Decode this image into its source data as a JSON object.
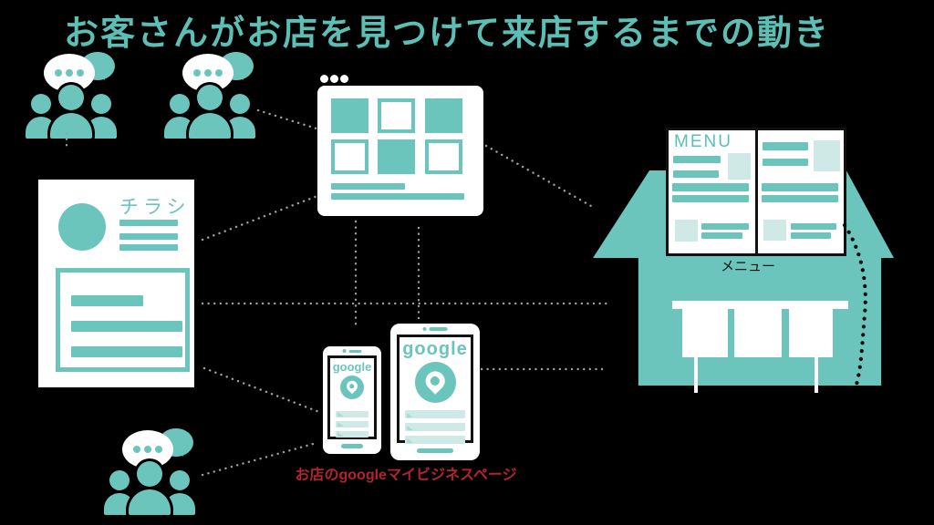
{
  "title": {
    "text": "お客さんがお店を見つけて来店するまでの動き",
    "color": "#5bbfb5"
  },
  "caption": {
    "text": "お店のgoogleマイビジネスページ",
    "color": "#b3242c"
  },
  "flyer": {
    "label": "チラシ"
  },
  "menu_book": {
    "title": "MENU"
  },
  "house": {
    "label": "メニュー"
  },
  "devices": {
    "small_phone": {
      "brand": "google"
    },
    "large_phone": {
      "brand": "google"
    }
  },
  "icons": [
    "speech-bubble-icon",
    "people-group-icon",
    "flyer-icon",
    "browser-window-icon",
    "smartphone-icon",
    "tablet-icon",
    "map-pin-icon",
    "store-house-icon",
    "menu-book-icon",
    "counter-icon",
    "dotted-connector"
  ],
  "colors": {
    "background": "#000000",
    "teal_main": "#6cc5bd",
    "teal_light": "#cfe9e6",
    "title_teal": "#5bbfb5",
    "caption_red": "#b3242c",
    "line_gray": "#a0a0a0",
    "line_black": "#0b0b0b"
  }
}
